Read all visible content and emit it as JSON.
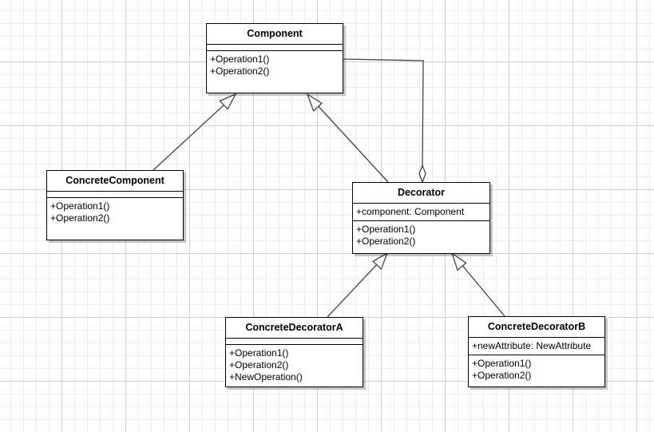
{
  "classes": [
    {
      "id": "component",
      "name": "Component",
      "attributes": [],
      "operations": [
        "+Operation1()",
        "+Operation2()"
      ]
    },
    {
      "id": "concrete-component",
      "name": "ConcreteComponent",
      "attributes": [],
      "operations": [
        "+Operation1()",
        "+Operation2()"
      ]
    },
    {
      "id": "decorator",
      "name": "Decorator",
      "attributes": [
        "+component: Component"
      ],
      "operations": [
        "+Operation1()",
        "+Operation2()"
      ]
    },
    {
      "id": "concrete-decorator-a",
      "name": "ConcreteDecoratorA",
      "attributes": [],
      "operations": [
        "+Operation1()",
        "+Operation2()",
        "+NewOperation()"
      ]
    },
    {
      "id": "concrete-decorator-b",
      "name": "ConcreteDecoratorB",
      "attributes": [
        "+newAttribute: NewAttribute"
      ],
      "operations": [
        "+Operation1()",
        "+Operation2()"
      ]
    }
  ],
  "relations": [
    {
      "type": "generalization",
      "from": "ConcreteComponent",
      "to": "Component"
    },
    {
      "type": "generalization",
      "from": "Decorator",
      "to": "Component"
    },
    {
      "type": "aggregation",
      "from": "Decorator",
      "to": "Component"
    },
    {
      "type": "generalization",
      "from": "ConcreteDecoratorA",
      "to": "Decorator"
    },
    {
      "type": "generalization",
      "from": "ConcreteDecoratorB",
      "to": "Decorator"
    }
  ]
}
